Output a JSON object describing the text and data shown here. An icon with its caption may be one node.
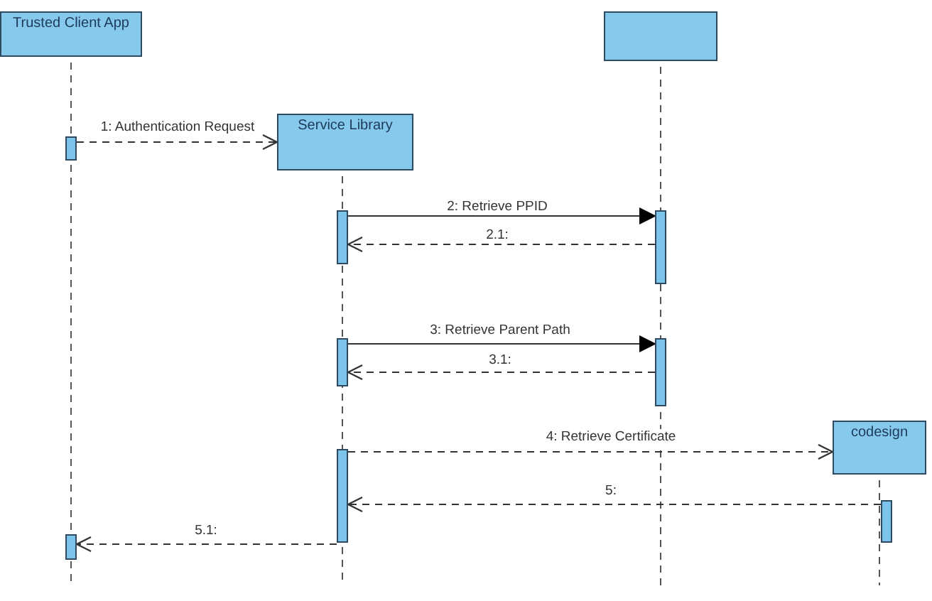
{
  "diagram": {
    "nodes": [
      {
        "text": [
          "Trusted Client App"
        ]
      },
      {
        "text": [],
        "shape": "box"
      },
      {
        "text": [
          "Service Library"
        ]
      },
      {
        "text": [
          "codesign"
        ]
      },
      {
        "text": [],
        "shape": "bar"
      },
      {
        "text": [],
        "shape": "bar"
      },
      {
        "text": [],
        "shape": "bar"
      },
      {
        "text": [],
        "shape": "bar"
      },
      {
        "text": [],
        "shape": "bar"
      },
      {
        "text": [],
        "shape": "bar"
      },
      {
        "text": [],
        "shape": "bar"
      },
      {
        "text": [],
        "shape": "bar"
      }
    ],
    "edges": [
      {
        "from": 4,
        "to": 2,
        "arrow": "to",
        "label": "1: Authentication Request",
        "style": "dashed"
      },
      {
        "from": 5,
        "to": 6,
        "arrow": "to",
        "label": "2: Retrieve PPID"
      },
      {
        "from": 6,
        "to": 5,
        "arrow": "to",
        "label": "2.1:",
        "style": "dashed"
      },
      {
        "from": 7,
        "to": 8,
        "arrow": "to",
        "label": "3: Retrieve Parent Path"
      },
      {
        "from": 8,
        "to": 7,
        "arrow": "to",
        "label": "3.1:",
        "style": "dashed"
      },
      {
        "from": 9,
        "to": 3,
        "arrow": "to",
        "label": "4: Retrieve Certificate",
        "style": "dashed"
      },
      {
        "from": 10,
        "to": 9,
        "arrow": "to",
        "label": "5:",
        "style": "dashed"
      },
      {
        "from": 9,
        "to": 11,
        "arrow": "to",
        "label": "5.1:",
        "style": "dashed"
      }
    ]
  }
}
